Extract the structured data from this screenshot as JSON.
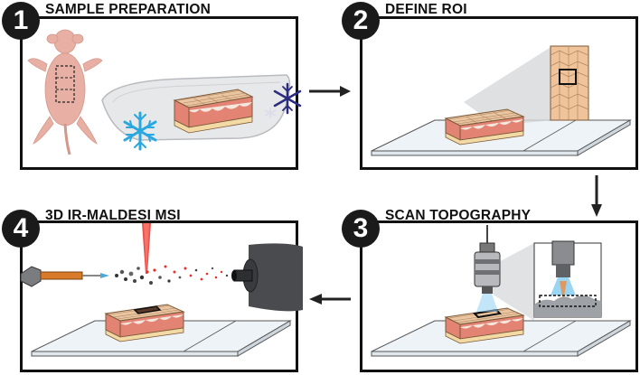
{
  "steps": [
    {
      "number": "1",
      "title": "SAMPLE PREPARATION"
    },
    {
      "number": "2",
      "title": "DEFINE ROI"
    },
    {
      "number": "3",
      "title": "SCAN TOPOGRAPHY"
    },
    {
      "number": "4",
      "title": "3D IR-MALDESI MSI"
    }
  ],
  "colors": {
    "badge": "#1a1a1a",
    "skin_top": "#e9c6a1",
    "skin_mid": "#e28373",
    "skin_base": "#f3d9a4",
    "snowflake_blue": "#29a8e0",
    "snowflake_navy": "#2b2c7f",
    "laser_red": "#e8312a"
  },
  "icons": [
    "mouse-icon",
    "snowflake-icon",
    "skin-tissue-icon",
    "microscope-slide-icon",
    "laser-beam-icon",
    "electrospray-emitter-icon",
    "mass-spec-inlet-icon",
    "profilometer-probe-icon"
  ]
}
